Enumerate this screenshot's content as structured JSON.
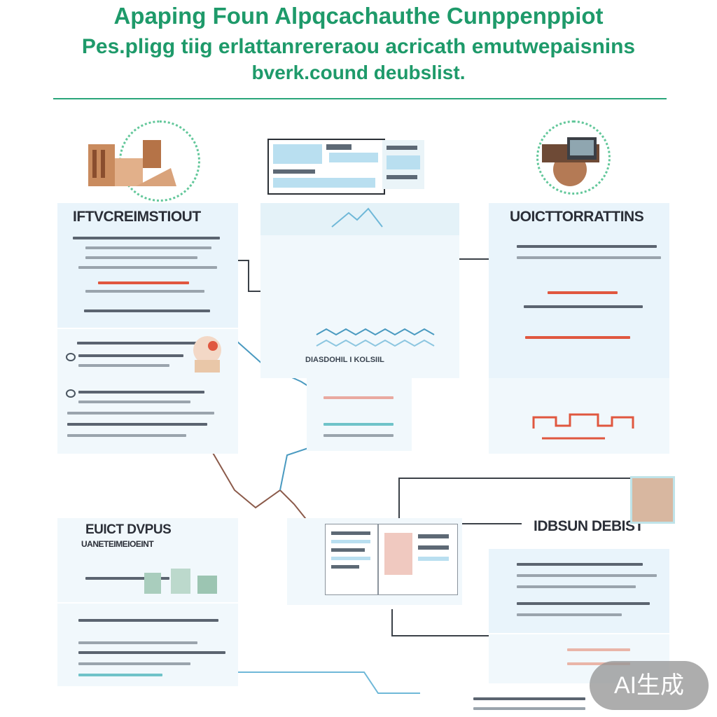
{
  "header": {
    "line1": "Apaping Foun Alpqcachauthe Cunppenppiot",
    "line2": "Pes.pligg tiig erlattanrereraou acricath emutwepaisnins",
    "line3": "bverk.cound deubslist."
  },
  "panels": {
    "top_left": {
      "heading": "IFTVCREIMSTIOUT"
    },
    "top_center": {
      "caption": "DIASDOHIL I KOLSIIL"
    },
    "top_right": {
      "heading": "UOICTTORRATTINS"
    },
    "bottom_left": {
      "heading": "EUICT DVPUS",
      "subheading": "UANETEIMEIOEINT"
    },
    "bottom_right": {
      "heading": "IDBSUN DEBIST"
    }
  },
  "watermark": {
    "label": "AI生成"
  },
  "colors": {
    "accent": "#1e9a6a",
    "panel": "#e9f4fb",
    "mark": "#e0573f"
  }
}
